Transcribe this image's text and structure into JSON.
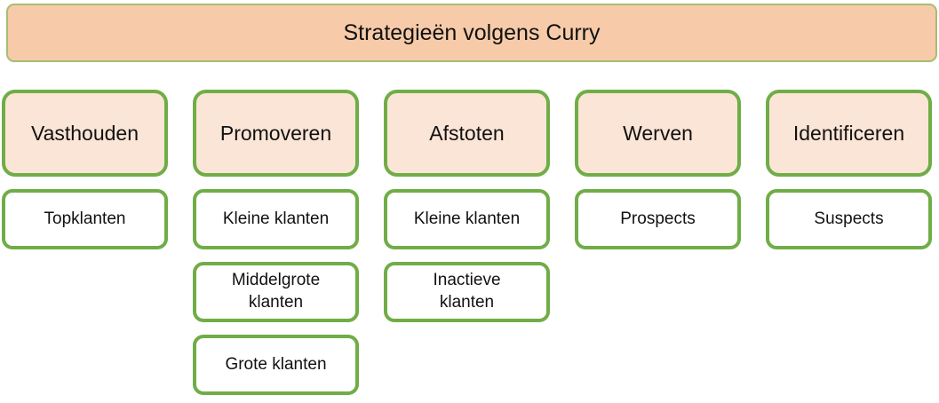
{
  "title": "Strategieën volgens Curry",
  "colors": {
    "title_fill": "#F7CBA9",
    "title_border": "#A6BD70",
    "header_fill": "#FBE5D6",
    "box_border_green": "#70AD47",
    "item_fill": "#FFFFFF",
    "text": "#111111"
  },
  "columns": [
    {
      "header": "Vasthouden",
      "items": [
        "Topklanten"
      ]
    },
    {
      "header": "Promoveren",
      "items": [
        "Kleine klanten",
        "Middelgrote\nklanten",
        "Grote klanten"
      ]
    },
    {
      "header": "Afstoten",
      "items": [
        "Kleine klanten",
        "Inactieve\nklanten"
      ]
    },
    {
      "header": "Werven",
      "items": [
        "Prospects"
      ]
    },
    {
      "header": "Identificeren",
      "items": [
        "Suspects"
      ]
    }
  ]
}
